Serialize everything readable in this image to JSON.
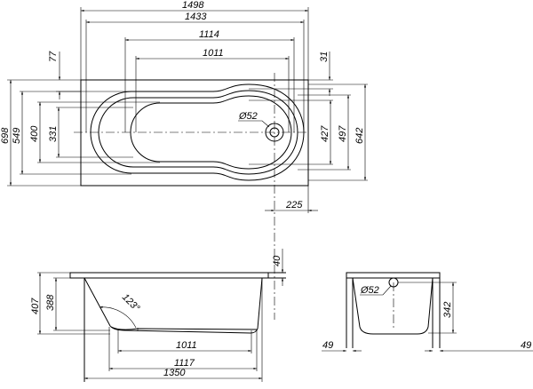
{
  "top_view": {
    "dims": {
      "overall_length": "1498",
      "rim_length": "1433",
      "inner_length": "1114",
      "bottom_length": "1011",
      "rim_offset_left": "77",
      "rim_offset_right": "31",
      "overall_width": "698",
      "rim_width_left": "549",
      "inner_width_left": "400",
      "bottom_width_left": "331",
      "inner_width_right": "427",
      "rim_width_right": "497",
      "width_right": "642",
      "drain_offset": "225"
    },
    "drain_label": "Ø52"
  },
  "side_view": {
    "dims": {
      "height": "407",
      "inner_depth": "388",
      "rim_thickness": "40",
      "bottom_length": "1011",
      "floor_length": "1117",
      "body_length": "1350",
      "backrest_angle": "123°"
    }
  },
  "end_view": {
    "overflow_label": "Ø52",
    "overflow_height": "342",
    "offset_left": "49",
    "offset_right": "49"
  }
}
